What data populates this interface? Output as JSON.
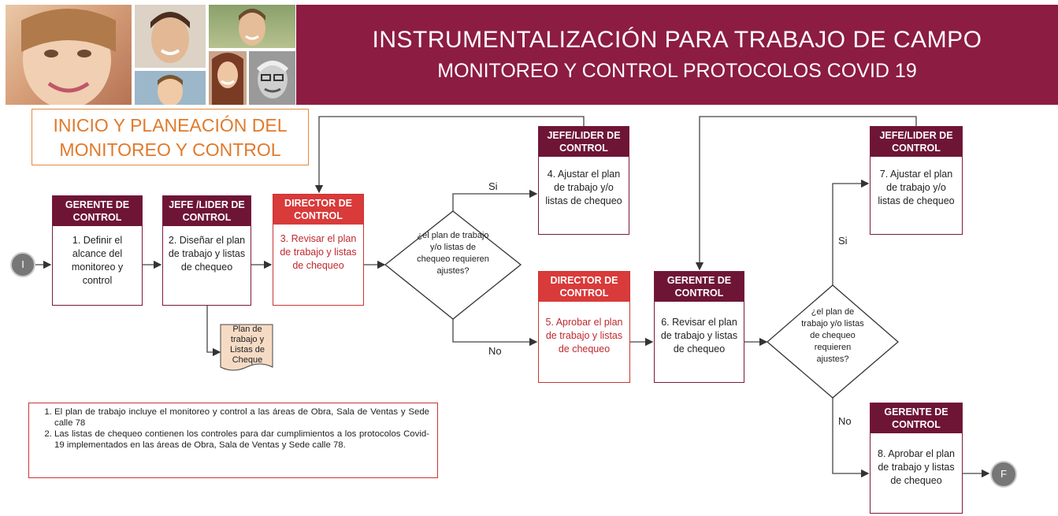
{
  "header": {
    "title_line1": "INSTRUMENTALIZACIÓN PARA TRABAJO DE CAMPO",
    "title_line2": "MONITOREO Y CONTROL PROTOCOLOS COVID 19"
  },
  "section_title": {
    "line1": "INICIO Y PLANEACIÓN DEL",
    "line2": "MONITOREO Y CONTROL"
  },
  "start_node": "I",
  "end_node": "F",
  "steps": [
    {
      "role": "GERENTE DE CONTROL",
      "text": "1. Definir el alcance del monitoreo y control"
    },
    {
      "role": "JEFE /LIDER DE CONTROL",
      "text": "2. Diseñar el plan de trabajo y listas de chequeo"
    },
    {
      "role": "DIRECTOR DE CONTROL",
      "text": "3. Revisar el plan de trabajo y listas de chequeo"
    },
    {
      "role": "JEFE/LIDER DE CONTROL",
      "text": "4. Ajustar el plan de trabajo y/o listas de chequeo"
    },
    {
      "role": "DIRECTOR DE CONTROL",
      "text": "5. Aprobar el plan de trabajo y listas de chequeo"
    },
    {
      "role": "GERENTE DE CONTROL",
      "text": "6. Revisar el plan de trabajo y listas de chequeo"
    },
    {
      "role": "JEFE/LIDER DE CONTROL",
      "text": "7. Ajustar el plan de trabajo y/o listas de chequeo"
    },
    {
      "role": "GERENTE DE CONTROL",
      "text": "8. Aprobar el plan de trabajo y listas de chequeo"
    }
  ],
  "decisions": [
    {
      "text": "¿el plan de trabajo y/o listas de chequeo requieren ajustes?",
      "yes": "Si",
      "no": "No"
    },
    {
      "text": "¿el plan de trabajo y/o listas de chequeo requieren ajustes?",
      "yes": "Si",
      "no": "No"
    }
  ],
  "document": "Plan de trabajo y Listas de Cheque",
  "notes": [
    "El plan de trabajo incluye el monitoreo y control a las áreas de Obra, Sala de Ventas y Sede calle 78",
    "Las listas de chequeo contienen los controles para dar cumplimientos a los protocolos Covid-19 implementados en las áreas de Obra, Sala de Ventas y Sede calle 78."
  ],
  "colors": {
    "banner": "#8c1c42",
    "header_maroon": "#6e1536",
    "header_red": "#d93a3a",
    "section_orange": "#e07a2c",
    "note_border": "#cc3333"
  }
}
